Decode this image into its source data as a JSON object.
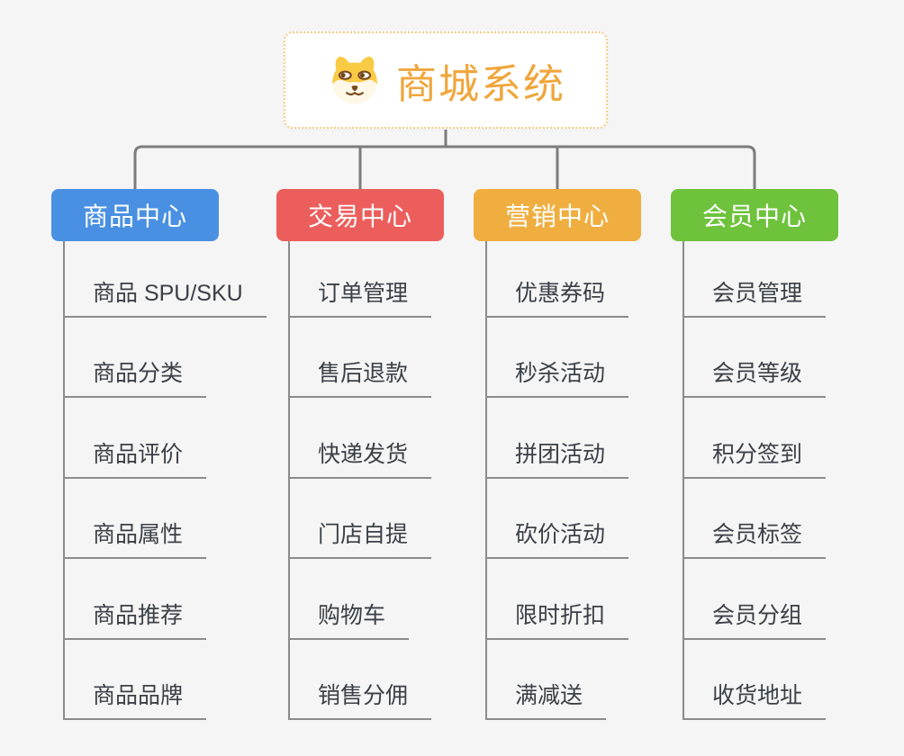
{
  "root": {
    "title": "商城系统",
    "icon": "doge-icon"
  },
  "branches": [
    {
      "id": "product",
      "label": "商品中心",
      "color": "#4a90e2",
      "children": [
        "商品 SPU/SKU",
        "商品分类",
        "商品评价",
        "商品属性",
        "商品推荐",
        "商品品牌"
      ]
    },
    {
      "id": "trade",
      "label": "交易中心",
      "color": "#eb5e5c",
      "children": [
        "订单管理",
        "售后退款",
        "快递发货",
        "门店自提",
        "购物车",
        "销售分佣"
      ]
    },
    {
      "id": "marketing",
      "label": "营销中心",
      "color": "#efae3f",
      "children": [
        "优惠券码",
        "秒杀活动",
        "拼团活动",
        "砍价活动",
        "限时折扣",
        "满减送"
      ]
    },
    {
      "id": "member",
      "label": "会员中心",
      "color": "#6ec23c",
      "children": [
        "会员管理",
        "会员等级",
        "积分签到",
        "会员标签",
        "会员分组",
        "收货地址"
      ]
    }
  ],
  "colors": {
    "background": "#f5f5f5",
    "connector": "#7c7c7c",
    "leaf_line": "#8b8b8b",
    "root_accent": "#f0a63c",
    "root_border": "#f7cd87",
    "leaf_text": "#3b4047"
  }
}
